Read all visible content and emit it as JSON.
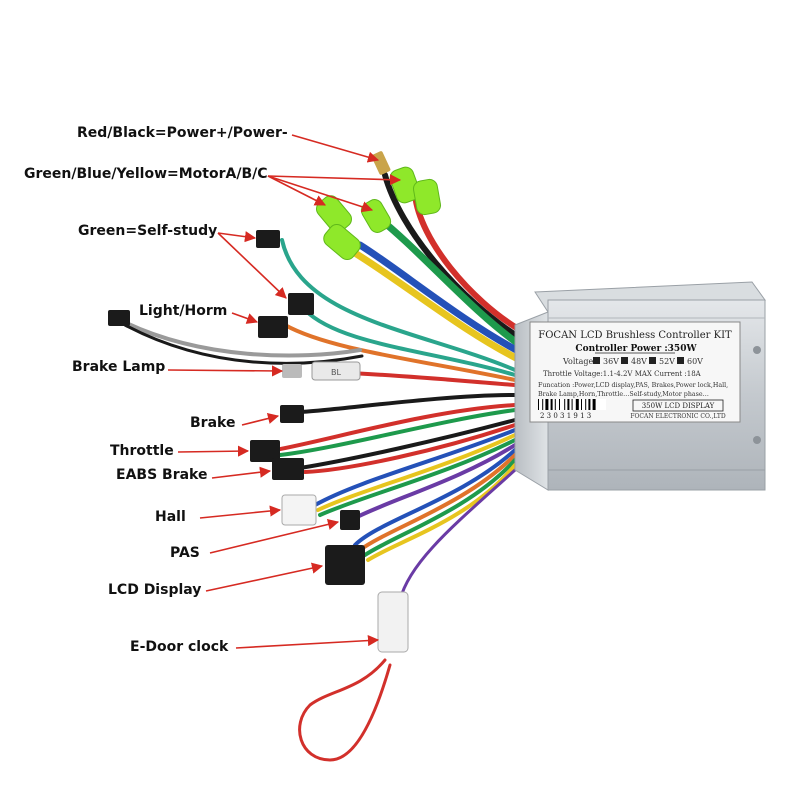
{
  "labels": {
    "power": "Red/Black=Power+/Power-",
    "motor": "Green/Blue/Yellow=MotorA/B/C",
    "self_study": "Green=Self-study",
    "light_horn": "Light/Horm",
    "brake_lamp": "Brake Lamp",
    "brake": "Brake",
    "throttle": "Throttle",
    "eabs": "EABS Brake",
    "hall": "Hall",
    "pas": "PAS",
    "lcd": "LCD Display",
    "edoor": "E-Door clock"
  },
  "controller": {
    "title": "FOCAN LCD Brushless Controller KIT",
    "power": "Controller Power :350W",
    "voltage_label": "Voltage",
    "voltages": [
      "36V",
      "48V",
      "52V",
      "60V"
    ],
    "throttle_spec": "Throttle Voltage:1.1-4.2V MAX Current :18A",
    "function_text": "Funcation :Power,LCD display,PAS, Brakes,Power lock,Hall,",
    "function_text2": "Brake Lamp,Horn,Throttle…Self-study,Motor phase…",
    "serial": "2 3 0 3   1 9 1 3",
    "display_box": "350W LCD DISPLAY",
    "maker": "FOCAN ELECTRONIC CO.,LTD"
  },
  "brake_lamp_part": "BL",
  "colors": {
    "arrow": "#d62a22",
    "wire_green": "#1e9a4c",
    "wire_teal": "#2aa58c",
    "wire_red": "#d2302b",
    "wire_black": "#1a1a1a",
    "wire_blue": "#2451b8",
    "wire_yellow": "#e7c51f",
    "wire_purple": "#6a3ba5",
    "wire_orange": "#e0732a",
    "wire_gray": "#9a9a9a",
    "connector_green": "#8fe82a",
    "housing": "#c7ccd1"
  }
}
